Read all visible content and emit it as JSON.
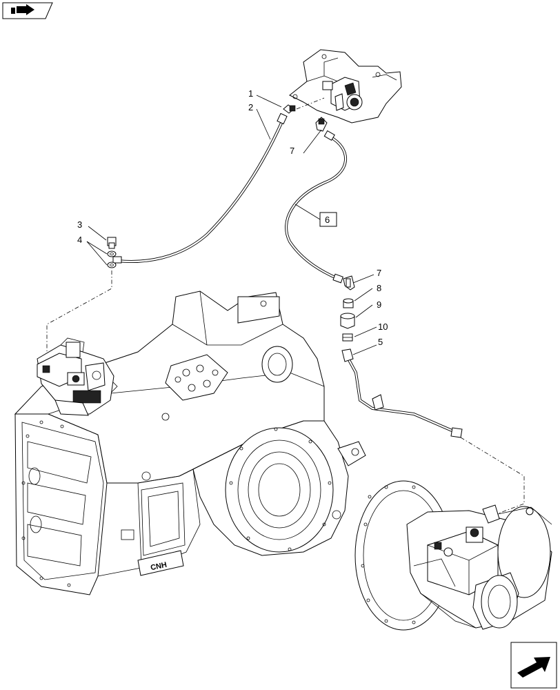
{
  "callouts": {
    "c1": "1",
    "c2": "2",
    "c3": "3",
    "c4": "4",
    "c5": "5",
    "c6": "6",
    "c7a": "7",
    "c7b": "7",
    "c8": "8",
    "c9": "9",
    "c10": "10"
  },
  "housing_logo": "CNH",
  "icons": {
    "top_left": "book-arrow-icon",
    "bottom_right": "next-arrow-icon"
  }
}
